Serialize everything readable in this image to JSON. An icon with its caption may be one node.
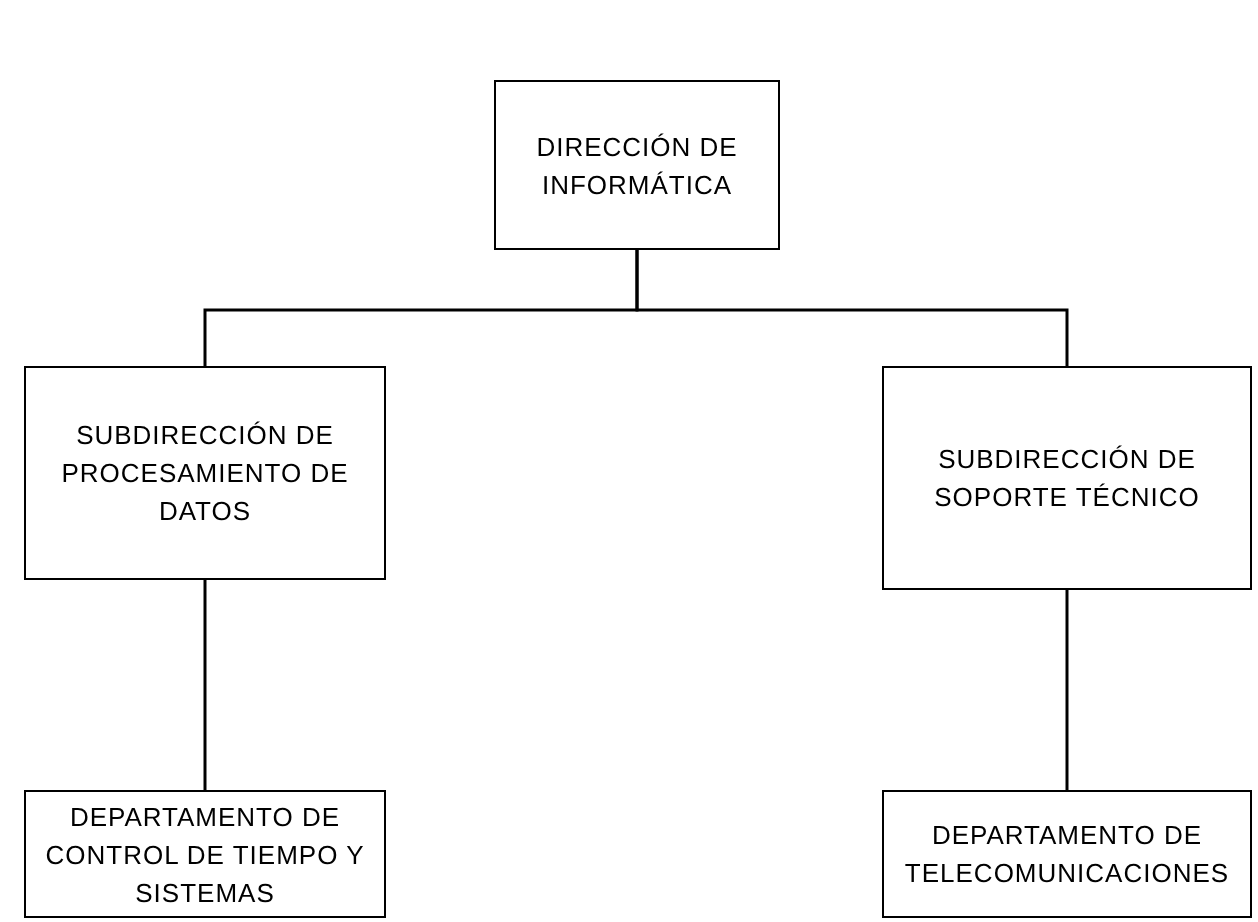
{
  "diagram": {
    "nodes": [
      {
        "text": [
          "DIRECCIÓN DE INFORMÁTICA"
        ]
      },
      {
        "text": [
          "SUBDIRECCIÓN DE PROCESAMIENTO DE DATOS"
        ]
      },
      {
        "text": [
          "SUBDIRECCIÓN DE SOPORTE TÉCNICO"
        ]
      },
      {
        "text": [
          "DEPARTAMENTO DE CONTROL DE TIEMPO Y SISTEMAS"
        ]
      },
      {
        "text": [
          "DEPARTAMENTO DE TELECOMUNICACIONES"
        ]
      }
    ],
    "edges": [
      {
        "from": 0,
        "to": 1,
        "arrow": "none"
      },
      {
        "from": 0,
        "to": 2,
        "arrow": "none"
      },
      {
        "from": 1,
        "to": 3,
        "arrow": "none"
      },
      {
        "from": 2,
        "to": 4,
        "arrow": "none"
      }
    ]
  }
}
